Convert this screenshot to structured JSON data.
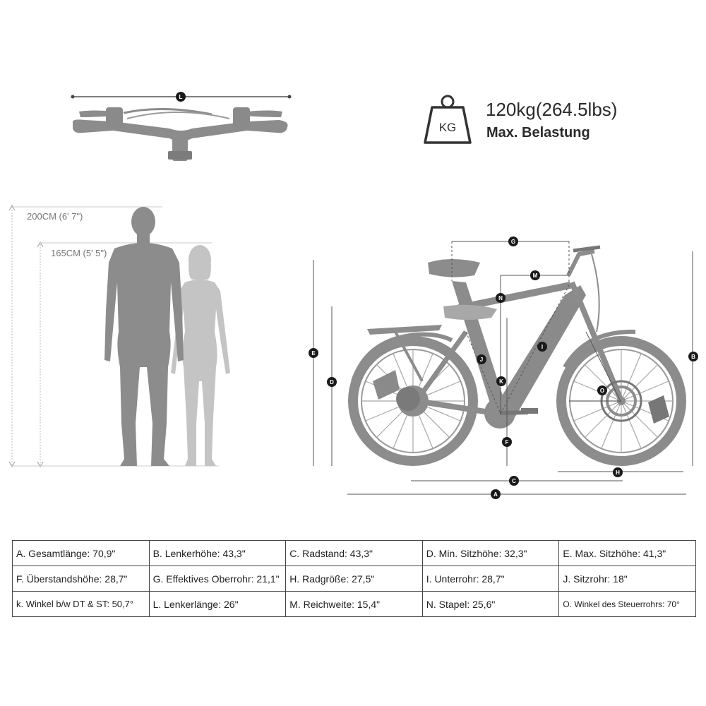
{
  "handlebar_badge": "L",
  "load": {
    "icon": "weight-kg-icon",
    "icon_text": "KG",
    "value": "120kg(264.5lbs)",
    "label": "Max. Belastung"
  },
  "rider_heights": {
    "tall": "200CM (6' 7\")",
    "short": "165CM (5' 5\")"
  },
  "bike_badges": [
    "A",
    "B",
    "C",
    "D",
    "E",
    "F",
    "G",
    "H",
    "I",
    "J",
    "K",
    "M",
    "N",
    "O"
  ],
  "colors": {
    "silhouette": "#8c8c8c",
    "silhouette_light": "#c4c4c4",
    "badge": "#1a1a1a",
    "line": "#555555"
  },
  "specs": [
    [
      "A. Gesamtlänge: 70,9\"",
      "B. Lenkerhöhe: 43,3\"",
      "C. Radstand: 43,3\"",
      "D. Min. Sitzhöhe: 32,3\"",
      "E. Max. Sitzhöhe: 41,3\""
    ],
    [
      "F. Überstandshöhe: 28,7\"",
      "G. Effektives Oberrohr: 21,1\"",
      "H. Radgröße: 27,5\"",
      "I. Unterrohr: 28,7\"",
      "J. Sitzrohr: 18\""
    ],
    [
      "k. Winkel b/w DT & ST: 50,7°",
      "L. Lenkerlänge: 26\"",
      "M. Reichweite: 15,4\"",
      "N. Stapel: 25,6\"",
      "O. Winkel des Steuerrohrs: 70°"
    ]
  ]
}
